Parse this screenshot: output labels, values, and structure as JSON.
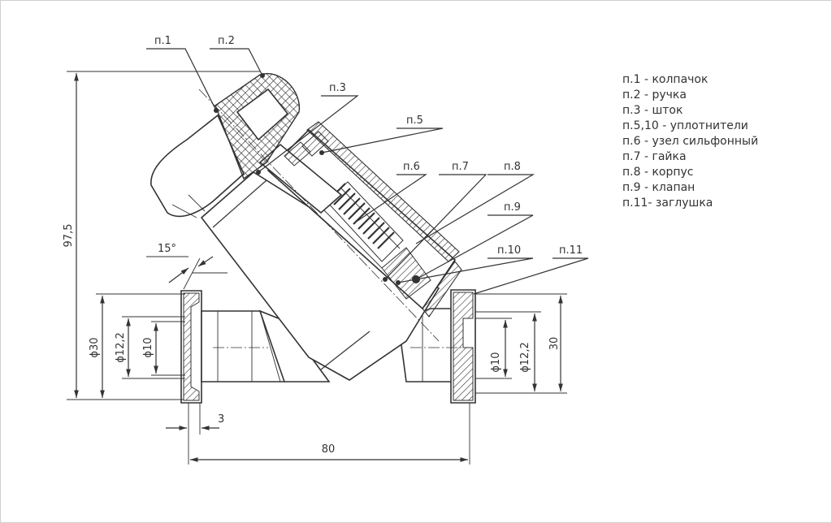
{
  "drawing": {
    "callouts": [
      "п.1",
      "п.2",
      "п.3",
      "п.5",
      "п.6",
      "п.7",
      "п.8",
      "п.9",
      "п.10",
      "п.11"
    ],
    "dimensions": {
      "height_total": "97,5",
      "angle": "15°",
      "d30": "ϕ30",
      "d12_2_left": "ϕ12,2",
      "d10_left": "ϕ10",
      "d10_right": "ϕ10",
      "d12_2_right": "ϕ12,2",
      "h30_right": "30",
      "flange_thickness": "3",
      "length": "80"
    },
    "legend": [
      "п.1 - колпачок",
      "п.2 - ручка",
      "п.3 - шток",
      "п.5,10 - уплотнители",
      "п.6 - узел сильфонный",
      "п.7 - гайка",
      "п.8 - корпус",
      "п.9 - клапан",
      "п.11- заглушка"
    ]
  }
}
